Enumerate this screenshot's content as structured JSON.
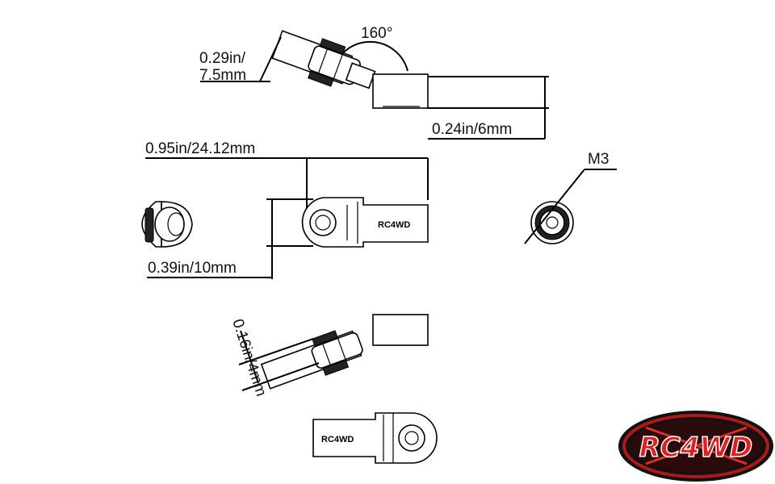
{
  "dimensions": {
    "angle": "160°",
    "shaft_dia": "0.29in/",
    "shaft_dia_mm": "7.5mm",
    "height": "0.24in/6mm",
    "length": "0.95in/24.12mm",
    "ball_dia": "0.39in/10mm",
    "thickness": "0.16in/4mm",
    "thread": "M3"
  },
  "part_stamp": "RC4WD",
  "logo": {
    "text": "RC4WD",
    "colors": {
      "outer": "#111111",
      "ring": "#b01818",
      "text": "#e02020",
      "outline": "#ffffff"
    }
  }
}
